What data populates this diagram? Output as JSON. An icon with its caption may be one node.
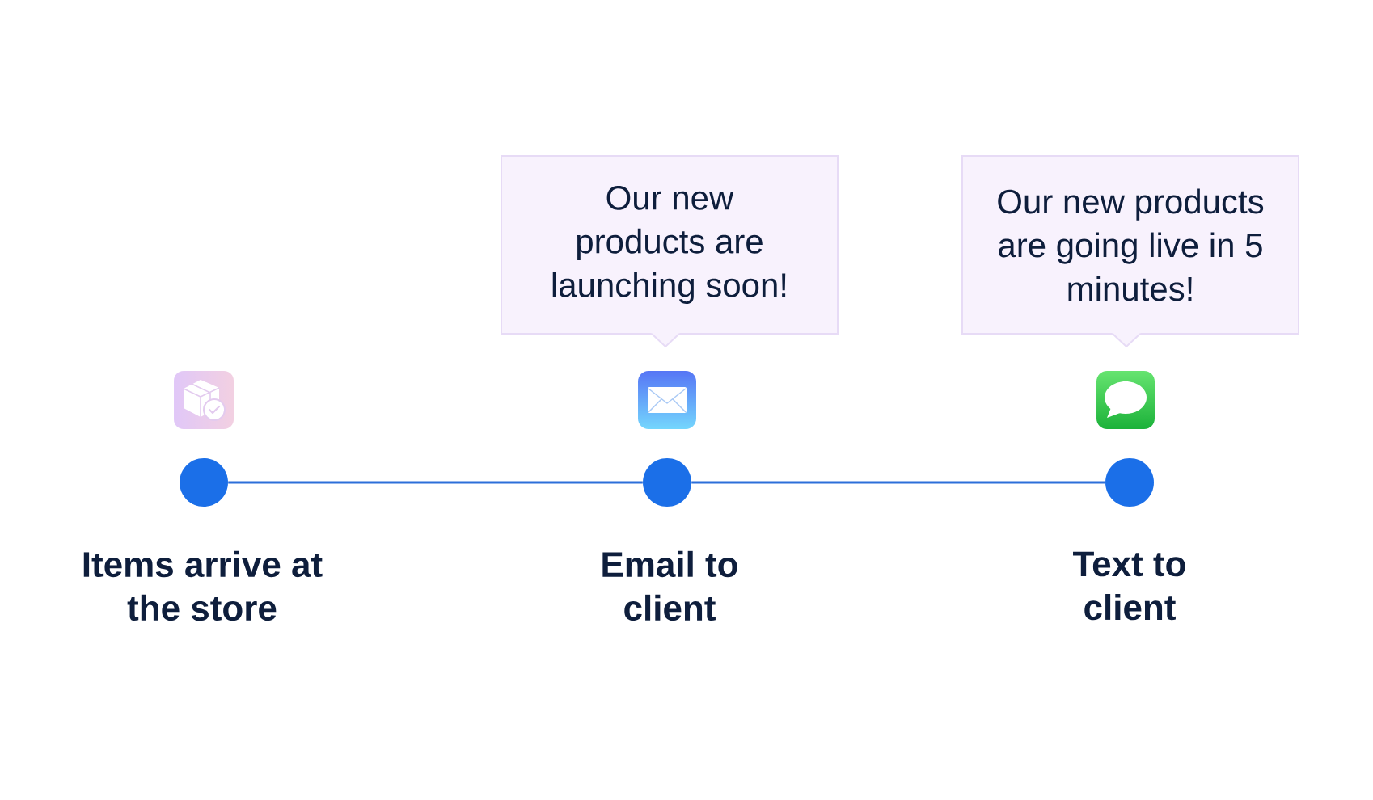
{
  "diagram": {
    "nodes": [
      {
        "text": [
          "Our new products are launching soon!"
        ]
      },
      {
        "text": [
          "Our new products are going live in 5 minutes!"
        ]
      },
      {
        "text": [],
        "shape": "circle",
        "beside": [
          "Items arrive at the store"
        ]
      },
      {
        "text": [],
        "shape": "circle",
        "beside": [
          "Email to client"
        ]
      },
      {
        "text": [],
        "shape": "circle",
        "beside": [
          "Text to client"
        ]
      }
    ],
    "edges": [
      {
        "from": 2,
        "to": 3,
        "arrow": "none"
      },
      {
        "from": 3,
        "to": 4,
        "arrow": "none"
      }
    ]
  }
}
